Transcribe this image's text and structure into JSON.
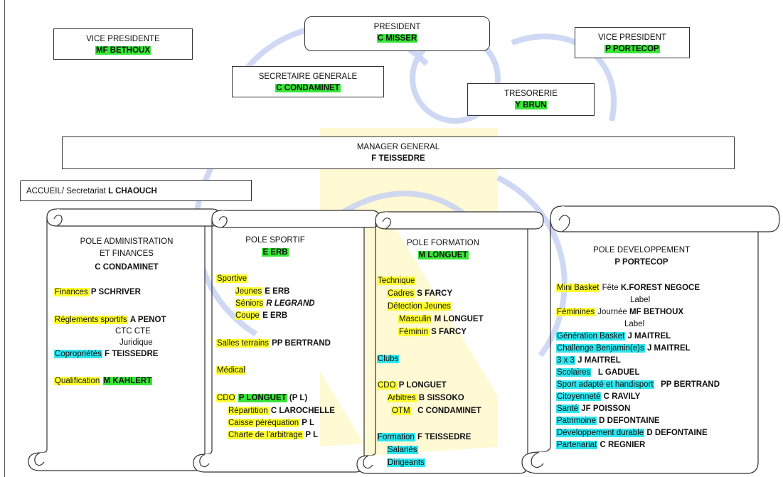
{
  "president": {
    "title": "PRESIDENT",
    "name": "C MISSER"
  },
  "vice_presidente": {
    "title": "VICE PRESIDENTE",
    "name": "MF BETHOUX"
  },
  "vice_president": {
    "title": "VICE PRESIDENT",
    "name": "P PORTECOP"
  },
  "secretaire": {
    "title": "SECRETAIRE GENERALE",
    "name": "C CONDAMINET"
  },
  "tresorerie": {
    "title": "TRESORERIE",
    "name": "Y BRUN"
  },
  "manager": {
    "title": "MANAGER GENERAL",
    "name": "F TEISSEDRE"
  },
  "accueil": {
    "label": "ACCUEIL/ Secretariat",
    "name": "L CHAOUCH"
  },
  "pole_admin": {
    "title1": "POLE ADMINISTRATION",
    "title2": "ET FINANCES",
    "head": "C CONDAMINET",
    "finances_label": "Finances",
    "finances_name": "P SCHRIVER",
    "reglements_label": "Réglements sportifs",
    "reglements_name": "A  PENOT",
    "ctc": "CTC CTE",
    "juridique": "Juridique",
    "copro_label": "Copropriétés",
    "copro_name": "F TEISSEDRE",
    "qualif_label": "Qualification",
    "qualif_name": "M KAHLERT"
  },
  "pole_sportif": {
    "title": "POLE SPORTIF",
    "head": "E ERB",
    "sportive": "Sportive",
    "jeunes_label": "Jeunes",
    "jeunes_name": "E ERB",
    "seniors_label": "Séniors",
    "seniors_name": "R LEGRAND",
    "coupe_label": "Coupe",
    "coupe_name": "E ERB",
    "salles_label": "Salles terrains",
    "salles_name": "PP BERTRAND",
    "medical": "Médical",
    "cdo_label": "CDO",
    "cdo_name": "P LONGUET",
    "cdo_suffix": "(P L)",
    "repartition_label": "Répartition",
    "repartition_name": "C LAROCHELLE",
    "caisse_label": "Caisse péréquation",
    "caisse_name": "P L",
    "charte_label": "Charte de l’arbitrage",
    "charte_name": "P L"
  },
  "pole_formation": {
    "title": "POLE FORMATION",
    "head": "M LONGUET",
    "technique": "Technique",
    "cadres_label": "Cadres",
    "cadres_name": "S FARCY",
    "detection": "Détection Jeunes",
    "masculin_label": "Masculin",
    "masculin_name": "M LONGUET",
    "feminin_label": "Féminin",
    "feminin_name": "S FARCY",
    "clubs": "Clubs",
    "cdo_label": "CDO",
    "cdo_name": "P LONGUET",
    "arbitres_label": "Arbitres",
    "arbitres_name": "B SISSOKO",
    "otm_label": "OTM",
    "otm_name": "C CONDAMINET",
    "formation_label": "Formation",
    "formation_name": "F TEISSEDRE",
    "salaries": "Salariés",
    "dirigeants": "Dirigeants"
  },
  "pole_dev": {
    "title": "POLE DEVELOPPEMENT",
    "head": "P PORTECOP",
    "minibasket_label": "Mini Basket",
    "minibasket_mid": "Fête",
    "minibasket_name": "K.FOREST NEGOCE",
    "label1": "Label",
    "feminines_label": "Féminines",
    "feminines_mid": "Journée",
    "feminines_name": "MF BETHOUX",
    "label2": "Label",
    "generation_label": "Génération Basket",
    "generation_name": "J MAITREL",
    "challenge_label": "Challenge Benjamin(e)s",
    "challenge_name": "J MAITREL",
    "trois_label": "3 x 3",
    "trois_name": "J MAITREL",
    "scolaires_label": "Scolaires",
    "scolaires_name": "L GADUEL",
    "sport_label": "Sport adapté et handisport",
    "sport_name": "PP BERTRAND",
    "citoyennete_label": "Citoyenneté",
    "citoyennete_name": "C RAVILY",
    "sante_label": "Santé",
    "sante_name": "JF POISSON",
    "patrimoine_label": "Patrimoine",
    "patrimoine_name": "D DEFONTAINE",
    "devdurable_label": "Développement durable",
    "devdurable_name": "D DEFONTAINE",
    "partenariat_label": "Partenariat",
    "partenariat_name": "C REGNIER"
  },
  "colors": {
    "green": "#39e639",
    "yellow": "#ffff33",
    "cyan": "#2fe6ef",
    "watermark_blue": "#b8c6ee",
    "watermark_yellow": "#fff3b0"
  }
}
